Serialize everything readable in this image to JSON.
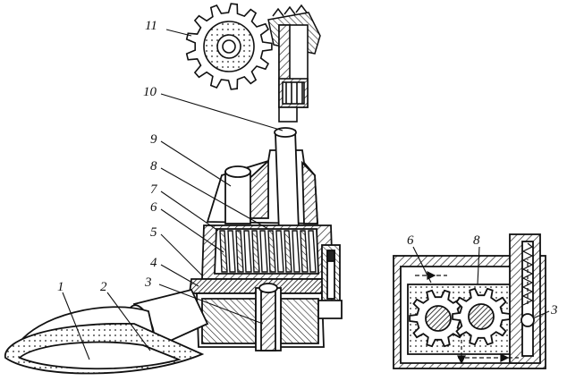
{
  "callouts": [
    {
      "id": "c1",
      "label": "1"
    },
    {
      "id": "c2",
      "label": "2"
    },
    {
      "id": "c3",
      "label": "3"
    },
    {
      "id": "c4",
      "label": "4"
    },
    {
      "id": "c5",
      "label": "5"
    },
    {
      "id": "c6",
      "label": "6"
    },
    {
      "id": "c7",
      "label": "7"
    },
    {
      "id": "c8",
      "label": "8"
    },
    {
      "id": "c9",
      "label": "9"
    },
    {
      "id": "c10",
      "label": "10"
    },
    {
      "id": "c11",
      "label": "11"
    }
  ],
  "scheme_callouts": [
    {
      "id": "s6",
      "label": "6"
    },
    {
      "id": "s8",
      "label": "8"
    },
    {
      "id": "s3",
      "label": "3"
    }
  ],
  "colors": {
    "ink": "#111111",
    "hatch": "#222222",
    "paper": "#ffffff"
  }
}
